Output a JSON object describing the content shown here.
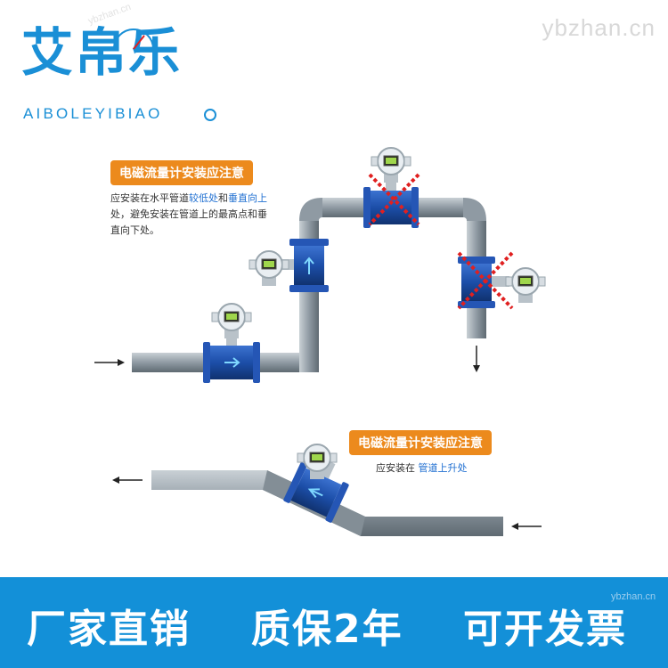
{
  "logo": {
    "name": "艾帛乐",
    "pinyin": "AIBOLEYIBIAO"
  },
  "watermark": {
    "site": "ybzhan.cn",
    "side": "ybzhan.cn"
  },
  "note1": {
    "title": "电磁流量计安装应注意",
    "line1_pre": "应安装在水平管道",
    "line1_hl1": "较低处",
    "line1_mid": "和",
    "line1_hl2": "垂直向上",
    "line2": "处，避免安装在管道上的最高点和垂",
    "line3": "直向下处。"
  },
  "note2": {
    "title": "电磁流量计安装应注意",
    "body_pre": "应安装在",
    "body_hl": "管道上升处"
  },
  "banner": {
    "item1": "厂家直销",
    "item2": "质保2年",
    "item3": "可开发票"
  },
  "colors": {
    "brand_blue": "#1a8fd6",
    "banner_blue": "#1390d8",
    "note_orange": "#ec8a1d",
    "pipe_gray": "#8f9aa3",
    "meter_blue": "#1c4ea8",
    "cross_red": "#e02020"
  }
}
